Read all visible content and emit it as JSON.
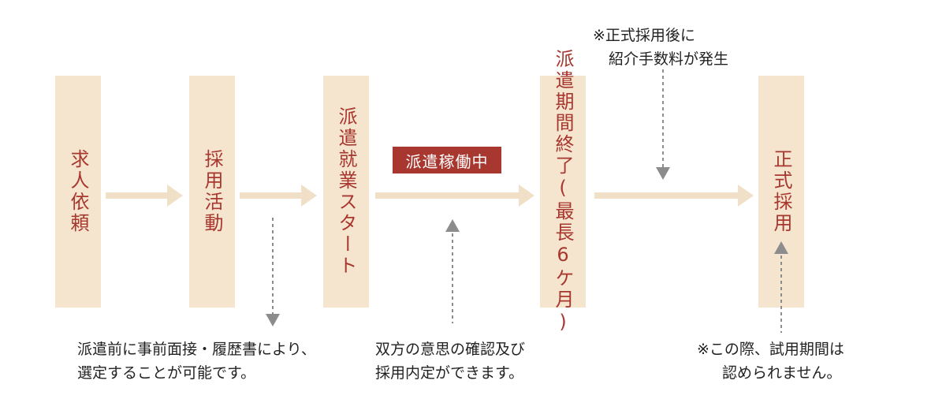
{
  "colors": {
    "box_fill": "#f5e5cf",
    "step_text": "#a8382f",
    "arrow": "#f0e0c8",
    "badge_fill": "#a8382f",
    "badge_text": "#ffffff",
    "dotted_arrow": "#8c8c8c",
    "note_text": "#222222"
  },
  "steps": [
    {
      "label": "求人依頼"
    },
    {
      "label": "採用活動"
    },
    {
      "label": "派遣就業スタート"
    },
    {
      "label": "派遣期間終了(最長6ケ月)"
    },
    {
      "label": "正式採用"
    }
  ],
  "badge": {
    "label": "派遣稼働中"
  },
  "notes": {
    "interview": [
      "派遣前に事前面接・履歴書により、",
      "選定することが可能です。"
    ],
    "mutual": [
      "双方の意思の確認及び",
      "採用内定ができます。"
    ],
    "fee": [
      "※正式採用後に",
      "紹介手数料が発生"
    ],
    "trial": [
      "※この際、試用期間は",
      "認められません。"
    ]
  }
}
